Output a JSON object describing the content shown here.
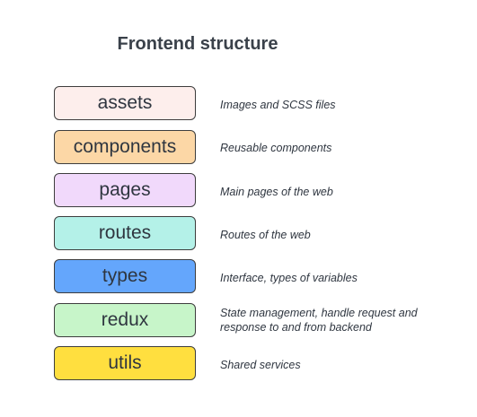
{
  "title": "Frontend structure",
  "rows": [
    {
      "label": "assets",
      "description": "Images and SCSS files",
      "color": "#fdeeec"
    },
    {
      "label": "components",
      "description": "Reusable components",
      "color": "#fcd7a6"
    },
    {
      "label": "pages",
      "description": "Main pages of the web",
      "color": "#f1d9fb"
    },
    {
      "label": "routes",
      "description": "Routes of the web",
      "color": "#b4f1e8"
    },
    {
      "label": "types",
      "description": "Interface, types of variables",
      "color": "#64a6fc"
    },
    {
      "label": "redux",
      "description": "State management, handle request and response to and from backend",
      "color": "#c7f5c9"
    },
    {
      "label": "utils",
      "description": "Shared services",
      "color": "#ffdf3f"
    }
  ]
}
